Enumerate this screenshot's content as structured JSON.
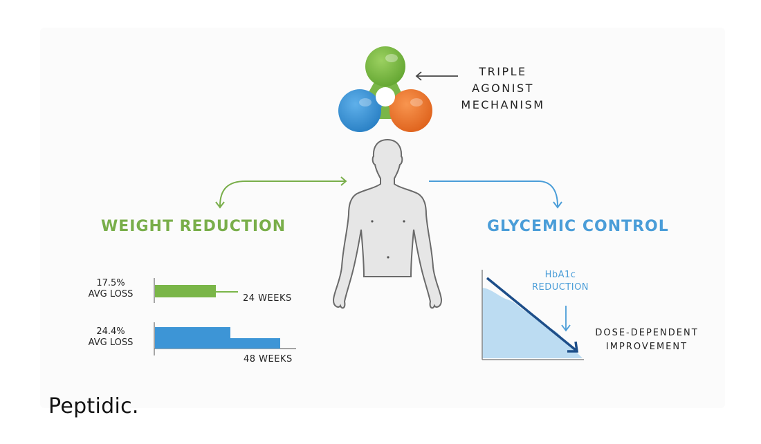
{
  "mechanism": {
    "label_lines": [
      "TRIPLE",
      "AGONIST",
      "MECHANISM"
    ],
    "molecule_colors": {
      "green": "#7ab648",
      "blue": "#3d95d6",
      "orange": "#ee7a33"
    }
  },
  "weight_reduction": {
    "title": "WEIGHT REDUCTION",
    "color": "#79ae4a",
    "bars": [
      {
        "value_label": "17.5%",
        "sub_label": "AVG LOSS",
        "period": "24 WEEKS",
        "color": "#7ab648"
      },
      {
        "value_label": "24.4%",
        "sub_label": "AVG LOSS",
        "period": "48 WEEKS",
        "color": "#3d95d6"
      }
    ]
  },
  "glycemic_control": {
    "title": "GLYCEMIC CONTROL",
    "color": "#4a9dd8",
    "annotation_lines": [
      "HbA1c",
      "REDUCTION"
    ],
    "result_lines": [
      "DOSE-DEPENDENT",
      "IMPROVEMENT"
    ]
  },
  "brand": {
    "name": "Peptidic."
  },
  "chart_data": [
    {
      "type": "bar",
      "title": "WEIGHT REDUCTION",
      "categories": [
        "24 WEEKS",
        "48 WEEKS"
      ],
      "values": [
        17.5,
        24.4
      ],
      "unit": "% avg loss",
      "orientation": "horizontal"
    },
    {
      "type": "area",
      "title": "GLYCEMIC CONTROL",
      "annotation": "HbA1c REDUCTION",
      "trend": "decreasing",
      "note": "DOSE-DEPENDENT IMPROVEMENT"
    }
  ]
}
